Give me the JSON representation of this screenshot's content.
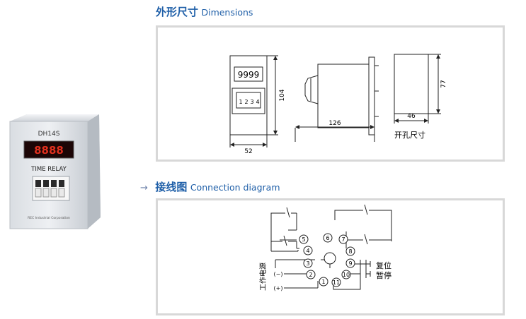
{
  "dimensions_heading": {
    "cn": "外形尺寸",
    "en": "Dimensions"
  },
  "connection_heading": {
    "cn": "接线图",
    "en": "Connection diagram"
  },
  "product": {
    "model": "DH14S",
    "display_digits": "8888",
    "name": "TIME RELAY",
    "maker": "REC Industrial Corporation"
  },
  "dimensions": {
    "front_display": "9999",
    "switch_digits": [
      "1",
      "2",
      "3",
      "4"
    ],
    "width": "52",
    "height": "104",
    "depth": "126",
    "cutout_width": "46",
    "cutout_height": "77",
    "cutout_label": "开孔尺寸"
  },
  "connection": {
    "terminals": [
      "1",
      "2",
      "3",
      "4",
      "5",
      "6",
      "7",
      "8",
      "9",
      "10",
      "11"
    ],
    "reset_label": "复位",
    "pause_label": "暂停",
    "minus_label": "(−)",
    "plus_label": "(+)",
    "power_label": "工作电源"
  }
}
